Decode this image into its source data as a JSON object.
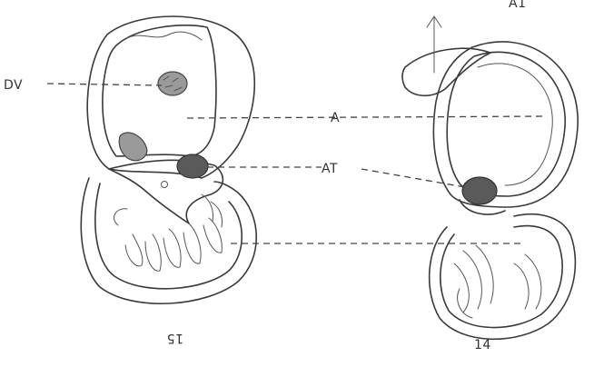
{
  "labels": {
    "dv": "DV",
    "a": "A",
    "at": "AT",
    "top_right_fragment": "A1",
    "figure_left_number": "15",
    "figure_right_number": "14"
  },
  "colors": {
    "ink": "#3a3a3a",
    "background": "#ffffff"
  }
}
